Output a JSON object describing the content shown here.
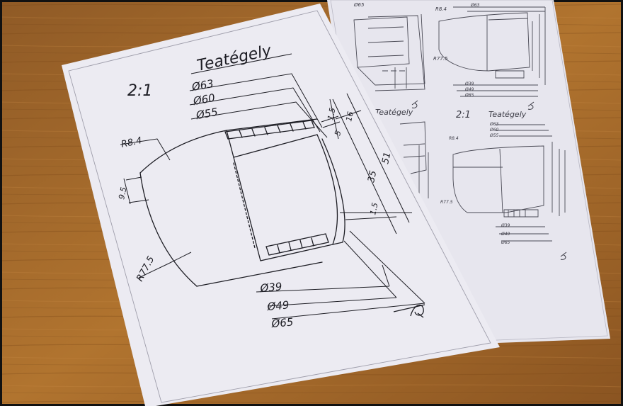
{
  "colors": {
    "table_wood": "#a86a2c",
    "paper_front": "#ecebf2",
    "paper_back": "#e7e6ee",
    "ink": "#1d1d24"
  },
  "front_sheet": {
    "scale": "2:1",
    "title": "Teatégely",
    "diameters": [
      "Ø63",
      "Ø60",
      "Ø55",
      "Ø39",
      "Ø49",
      "Ø65"
    ],
    "radii": [
      "R8.4",
      "R77.5"
    ],
    "dims": [
      "1.5",
      "16",
      "5",
      "9.5",
      "51",
      "35",
      "1.5"
    ],
    "signature": "signature"
  },
  "back_sheet": {
    "scale": "2:1",
    "title": "Teatégely",
    "diameters": [
      "Ø63",
      "Ø60",
      "Ø55",
      "Ø39",
      "Ø49",
      "Ø65"
    ],
    "radii": [
      "R8.4",
      "R77.5"
    ],
    "fragment": "Teatégely"
  }
}
